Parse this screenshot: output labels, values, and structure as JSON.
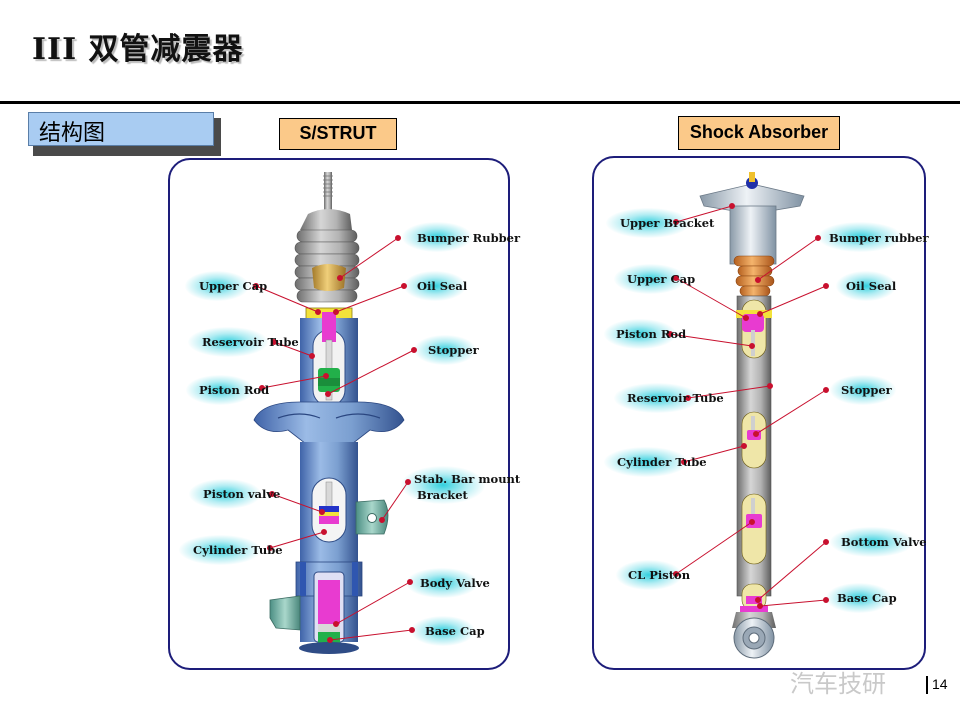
{
  "slide": {
    "title": "III  双管减震器",
    "section_label": "结构图",
    "page_number": "14",
    "watermark": "汽车技研"
  },
  "strut": {
    "header": "S/STRUT",
    "labels": {
      "bumper_rubber": "Bumper Rubber",
      "upper_cap": "Upper Cap",
      "oil_seal": "Oil Seal",
      "reservoir_tube": "Reservoir Tube",
      "stopper": "Stopper",
      "piston_rod": "Piston Rod",
      "stab_bar_mount_bracket_line1": "Stab. Bar mount",
      "stab_bar_mount_bracket_line2": "Bracket",
      "piston_valve": "Piston valve",
      "cylinder_tube": "Cylinder Tube",
      "body_valve": "Body Valve",
      "base_cap": "Base Cap"
    }
  },
  "absorber": {
    "header": "Shock Absorber",
    "labels": {
      "upper_bracket": "Upper Bracket",
      "bumper_rubber": "Bumper rubber",
      "upper_cap": "Upper Cap",
      "oil_seal": "Oil Seal",
      "piston_rod": "Piston Rod",
      "reservoir_tube": "Reservoir Tube",
      "stopper": "Stopper",
      "cylinder_tube": "Cylinder Tube",
      "bottom_valve": "Bottom Valve",
      "cl_piston": "CL Piston",
      "base_cap": "Base Cap"
    }
  },
  "colors": {
    "leader_line": "#c8102e",
    "panel_border": "#1d1d7a",
    "header_fill": "#fbc989",
    "section_fill": "#a9ccf2",
    "tube_blue": "#7b9fd0",
    "label_glow": "#28cddc"
  }
}
